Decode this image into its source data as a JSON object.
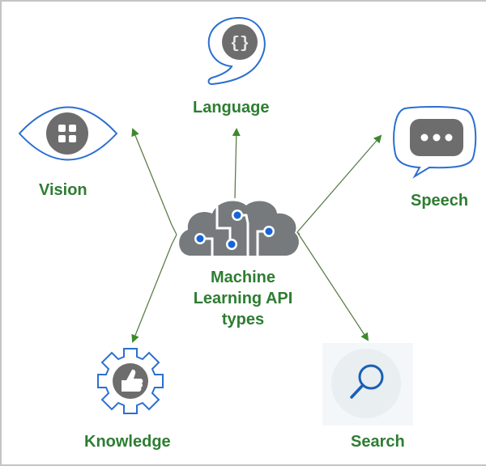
{
  "center": {
    "title_lines": [
      "Machine",
      "Learning API",
      "types"
    ],
    "icon": "brain-circuit-cloud-icon"
  },
  "nodes": {
    "language": {
      "label": "Language",
      "icon": "speech-bubble-braces-icon"
    },
    "vision": {
      "label": "Vision",
      "icon": "eye-grid-icon"
    },
    "speech": {
      "label": "Speech",
      "icon": "chat-bubble-ellipsis-icon"
    },
    "knowledge": {
      "label": "Knowledge",
      "icon": "gear-thumbs-up-icon"
    },
    "search": {
      "label": "Search",
      "icon": "magnifier-icon"
    }
  },
  "colors": {
    "label_green": "#2e7d32",
    "arrow_green": "#4a7c3a",
    "icon_blue": "#2b6fd0",
    "icon_gray": "#6d6d6d",
    "dot_blue": "#1565d8",
    "search_bg": "#e9eef1"
  }
}
